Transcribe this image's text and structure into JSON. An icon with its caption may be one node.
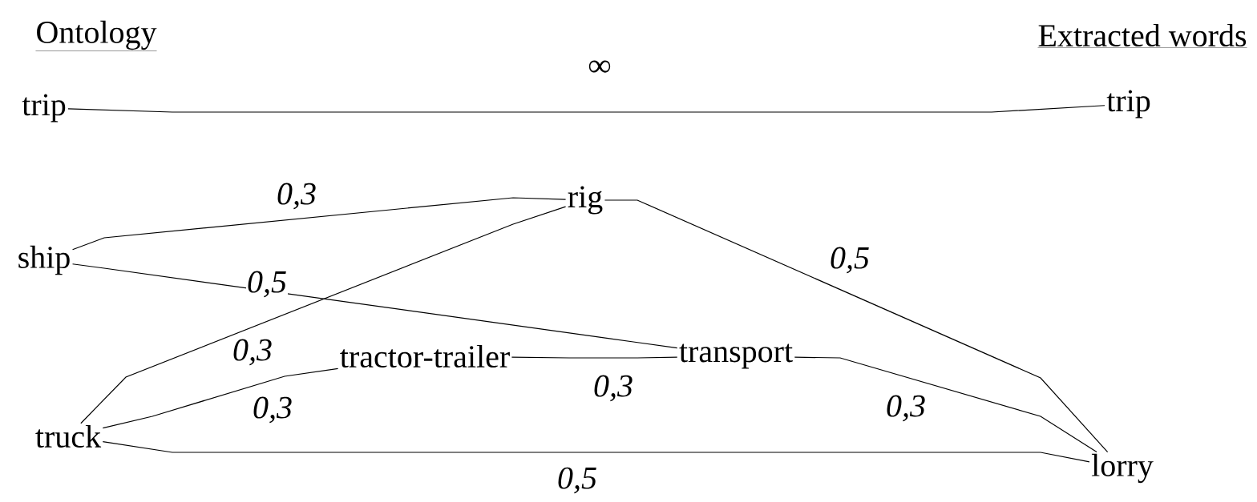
{
  "diagram": {
    "nodes": [
      {
        "text": [
          "trip"
        ]
      },
      {
        "text": [
          "ship"
        ]
      },
      {
        "text": [
          "truck"
        ]
      },
      {
        "text": [
          "rig"
        ]
      },
      {
        "text": [
          "tractor-trailer"
        ]
      },
      {
        "text": [
          "transport"
        ]
      },
      {
        "text": [
          "trip"
        ]
      },
      {
        "text": [
          "lorry"
        ]
      }
    ],
    "edges": [
      {
        "from": 0,
        "to": 6,
        "arrow": "none",
        "label": "∞"
      },
      {
        "from": 1,
        "to": 3,
        "arrow": "none",
        "label": "0,3"
      },
      {
        "from": 1,
        "to": 5,
        "arrow": "none",
        "label": "0,5"
      },
      {
        "from": 2,
        "to": 3,
        "arrow": "none",
        "label": "0,3"
      },
      {
        "from": 2,
        "to": 4,
        "arrow": "none",
        "label": "0,3"
      },
      {
        "from": 3,
        "to": 7,
        "arrow": "none",
        "label": "0,5"
      },
      {
        "from": 4,
        "to": 5,
        "arrow": "none",
        "label": "0,3"
      },
      {
        "from": 5,
        "to": 7,
        "arrow": "none",
        "label": "0,3"
      },
      {
        "from": 2,
        "to": 7,
        "arrow": "none",
        "label": "0,5"
      }
    ],
    "labels": [
      "Ontology",
      "Extracted words"
    ]
  }
}
